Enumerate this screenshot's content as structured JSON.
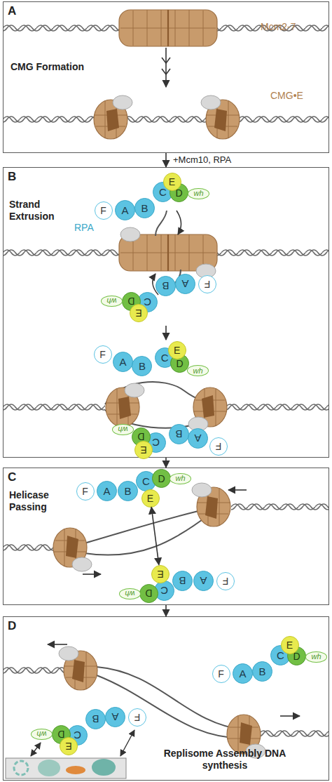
{
  "diagram": {
    "nodes": [
      {
        "text": [
          "A",
          "CMG Formation"
        ]
      },
      {
        "text": [
          "B",
          "Strand Extrusion"
        ]
      },
      {
        "text": [
          "F"
        ],
        "in": 1
      },
      {
        "text": [
          "A"
        ],
        "in": 1
      },
      {
        "text": [
          "B"
        ],
        "in": 1
      },
      {
        "text": [
          "C"
        ],
        "in": 1
      },
      {
        "text": [
          "D"
        ],
        "in": 1
      },
      {
        "text": [
          "E"
        ],
        "in": 1
      },
      {
        "text": [
          "wh"
        ],
        "in": 1
      },
      {
        "text": [
          "F"
        ],
        "in": 1
      },
      {
        "text": [
          "A"
        ],
        "in": 1
      },
      {
        "text": [
          "B"
        ],
        "in": 1
      },
      {
        "text": [
          "C"
        ],
        "in": 1
      },
      {
        "text": [
          "D"
        ],
        "in": 1
      },
      {
        "text": [
          "E"
        ],
        "in": 1
      },
      {
        "text": [
          "wh"
        ],
        "in": 1
      },
      {
        "text": [
          "F"
        ],
        "in": 1
      },
      {
        "text": [
          "A"
        ],
        "in": 1
      },
      {
        "text": [
          "B"
        ],
        "in": 1
      },
      {
        "text": [
          "C"
        ],
        "in": 1
      },
      {
        "text": [
          "D"
        ],
        "in": 1
      },
      {
        "text": [
          "E"
        ],
        "in": 1
      },
      {
        "text": [
          "wh"
        ],
        "in": 1
      },
      {
        "text": [
          "F"
        ],
        "in": 1
      },
      {
        "text": [
          "A"
        ],
        "in": 1
      },
      {
        "text": [
          "B"
        ],
        "in": 1
      },
      {
        "text": [
          "C"
        ],
        "in": 1
      },
      {
        "text": [
          "D"
        ],
        "in": 1
      },
      {
        "text": [
          "E"
        ],
        "in": 1
      },
      {
        "text": [
          "wh"
        ],
        "in": 1
      },
      {
        "text": [
          "C",
          "Helicase Passing"
        ]
      },
      {
        "text": [
          "F"
        ],
        "in": 30
      },
      {
        "text": [
          "A"
        ],
        "in": 30
      },
      {
        "text": [
          "B"
        ],
        "in": 30
      },
      {
        "text": [
          "C"
        ],
        "in": 30
      },
      {
        "text": [
          "D"
        ],
        "in": 30
      },
      {
        "text": [
          "E"
        ],
        "in": 30
      },
      {
        "text": [
          "wh"
        ],
        "in": 30
      },
      {
        "text": [
          "F"
        ],
        "in": 30
      },
      {
        "text": [
          "A"
        ],
        "in": 30
      },
      {
        "text": [
          "B"
        ],
        "in": 30
      },
      {
        "text": [
          "C"
        ],
        "in": 30
      },
      {
        "text": [
          "D"
        ],
        "in": 30
      },
      {
        "text": [
          "E"
        ],
        "in": 30
      },
      {
        "text": [
          "wh"
        ],
        "in": 30
      },
      {
        "text": [
          "D",
          "Replisome Assembly DNA synthesis"
        ]
      },
      {
        "text": [
          "F"
        ],
        "in": 45
      },
      {
        "text": [
          "A"
        ],
        "in": 45
      },
      {
        "text": [
          "B"
        ],
        "in": 45
      },
      {
        "text": [
          "C"
        ],
        "in": 45
      },
      {
        "text": [
          "D"
        ],
        "in": 45
      },
      {
        "text": [
          "E"
        ],
        "in": 45
      },
      {
        "text": [
          "wh"
        ],
        "in": 45
      },
      {
        "text": [
          "F"
        ],
        "in": 45
      },
      {
        "text": [
          "A"
        ],
        "in": 45
      },
      {
        "text": [
          "B"
        ],
        "in": 45
      },
      {
        "text": [
          "C"
        ],
        "in": 45
      },
      {
        "text": [
          "D"
        ],
        "in": 45
      },
      {
        "text": [
          "E"
        ],
        "in": 45
      },
      {
        "text": [
          "wh"
        ],
        "in": 45
      }
    ],
    "edges": [
      {
        "from": 0,
        "to": 1,
        "arrow": "to",
        "label": "+Mcm10, RPA"
      },
      {
        "from": 1,
        "to": 30,
        "arrow": "to"
      },
      {
        "from": 30,
        "to": 45,
        "arrow": "to"
      },
      {
        "from": 36,
        "to": 43,
        "arrow": "both"
      }
    ],
    "labels": [
      "Mcm2-7",
      "CMG•E",
      "RPA"
    ]
  }
}
